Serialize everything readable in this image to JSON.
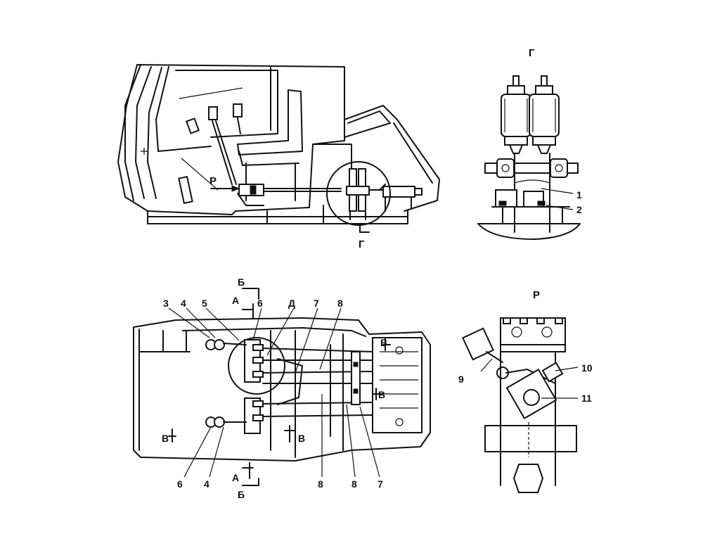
{
  "views": {
    "detail_g": {
      "title": "Г",
      "callouts": [
        "1",
        "2"
      ]
    },
    "detail_p": {
      "title": "Р",
      "callouts": [
        "9",
        "10",
        "11"
      ]
    },
    "side_view": {
      "view_marker": "Р",
      "section_marker": "Г"
    },
    "plan_view": {
      "callouts_top": [
        "3",
        "4",
        "5",
        "6",
        "Д",
        "7",
        "8"
      ],
      "callouts_bottom": [
        "6",
        "4",
        "8",
        "8",
        "7"
      ],
      "sections": {
        "a": "А",
        "b": "Б",
        "v": "В"
      }
    }
  }
}
